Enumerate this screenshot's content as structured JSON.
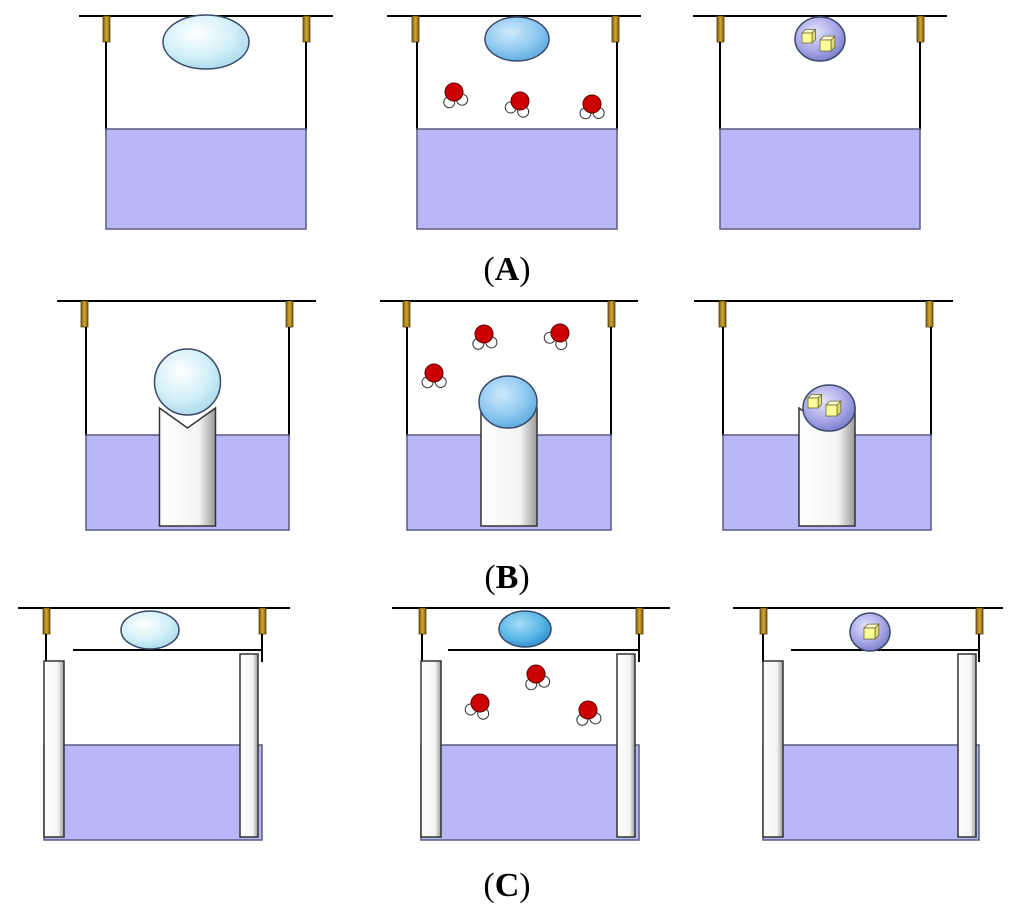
{
  "figure": {
    "rows": [
      {
        "id": "A",
        "label": "A",
        "panels": [
          "drop",
          "vapor",
          "crystals"
        ]
      },
      {
        "id": "B",
        "label": "B",
        "panels": [
          "drop",
          "vapor",
          "crystals"
        ]
      },
      {
        "id": "C",
        "label": "C",
        "panels": [
          "drop",
          "vapor",
          "crystals"
        ]
      }
    ]
  },
  "colors": {
    "reservoir": "#b8b8f8",
    "reservoir_edge": "#5a5a80",
    "drop_start": "#d2f0f8",
    "drop_vapor": "#8ec8f0",
    "drop_vapor_c": "#5ab8e8",
    "drop_crystals": "#a8a8e8",
    "crystal": "#ffff99",
    "oxygen": "#cc0000",
    "hydrogen": "#ffffff",
    "rod": "#b8860b",
    "line": "#000000"
  },
  "icons": {
    "water_molecule": "water-molecule-icon",
    "crystal": "crystal-cube-icon",
    "droplet": "droplet-icon",
    "hanger": "gold-rod-icon"
  }
}
